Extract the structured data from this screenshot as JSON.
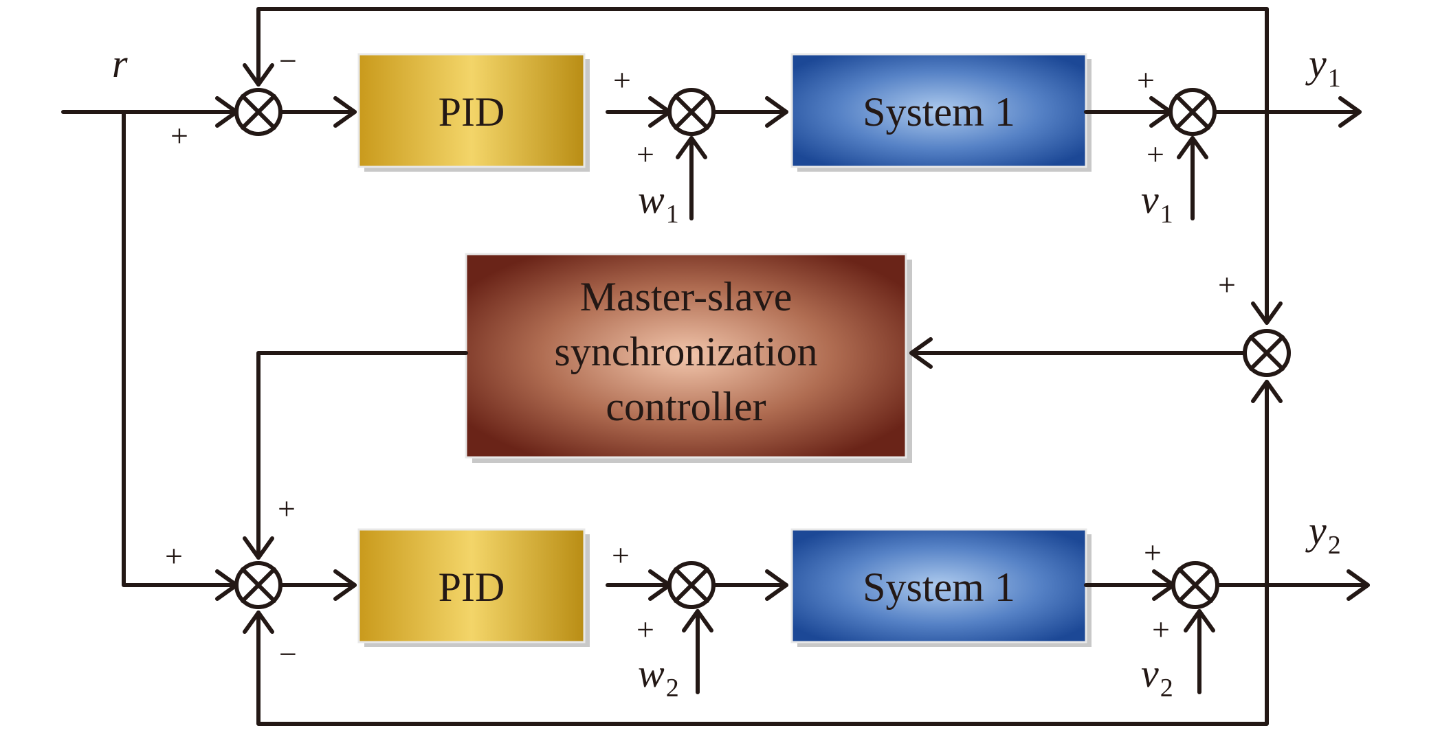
{
  "blocks": {
    "pid_top": "PID",
    "sys_top": "System 1",
    "pid_bottom": "PID",
    "sys_bottom": "System 1",
    "msc_line1": "Master-slave",
    "msc_line2": "synchronization",
    "msc_line3": "controller"
  },
  "signals": {
    "reference": "r",
    "w1": "w",
    "w1_sub": "1",
    "v1": "v",
    "v1_sub": "1",
    "y1": "y",
    "y1_sub": "1",
    "w2": "w",
    "w2_sub": "2",
    "v2": "v",
    "v2_sub": "2",
    "y2": "y",
    "y2_sub": "2"
  },
  "signs": {
    "plus": "+",
    "minus": "−"
  },
  "colors": {
    "pid": "#d6a72b",
    "system": "#2f5fa8",
    "msc": "#8a3f2c",
    "line": "#231815"
  }
}
